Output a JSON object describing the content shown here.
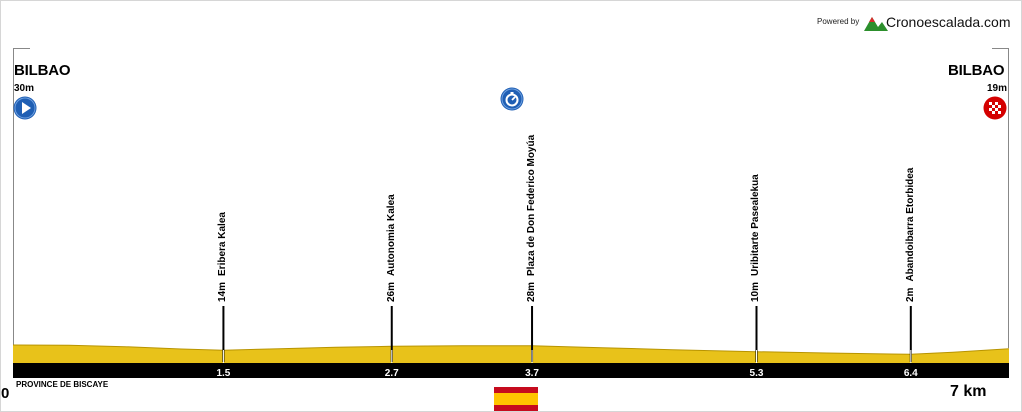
{
  "branding": {
    "powered_by": "Powered by",
    "name": "Cronoescalada.com",
    "colors": {
      "mountain_green": "#2c8f2c",
      "mountain_red": "#d62b2b"
    }
  },
  "start": {
    "name": "BILBAO",
    "altitude": "30m",
    "icon": "play-arrow-icon",
    "color": "#1f5fb4"
  },
  "finish": {
    "name": "BILBAO",
    "altitude": "19m",
    "icon": "checkered-flag-icon",
    "color": "#d40000"
  },
  "intermediate_icon": {
    "icon": "timer-clock-icon",
    "color": "#1f5fb4"
  },
  "waypoints": [
    {
      "altitude": "14m",
      "name": "Eribera Kalea",
      "km": "1.5",
      "km_value": 1.5
    },
    {
      "altitude": "26m",
      "name": "Autonomia Kalea",
      "km": "2.7",
      "km_value": 2.7
    },
    {
      "altitude": "28m",
      "name": "Plaza de Don Federico Moyúa",
      "km": "3.7",
      "km_value": 3.7
    },
    {
      "altitude": "10m",
      "name": "Uribitarte Pasealekua",
      "km": "5.3",
      "km_value": 5.3
    },
    {
      "altitude": "2m",
      "name": "Abandoibarra Etorbidea",
      "km": "6.4",
      "km_value": 6.4
    }
  ],
  "axis": {
    "start_label": "0",
    "end_label": "7 km",
    "total_km": 7.1
  },
  "region": "PROVINCE DE BISCAYE",
  "country_flag": {
    "icon": "spain-flag-icon",
    "colors": [
      "#c60b1e",
      "#ffc400",
      "#c60b1e"
    ]
  },
  "profile": {
    "fill_color": "#e8c21a",
    "band_color": "#000000",
    "elevation_points": [
      [
        0.0,
        30
      ],
      [
        0.4,
        29
      ],
      [
        0.8,
        25
      ],
      [
        1.2,
        18
      ],
      [
        1.5,
        14
      ],
      [
        1.9,
        19
      ],
      [
        2.3,
        23
      ],
      [
        2.7,
        26
      ],
      [
        3.2,
        28
      ],
      [
        3.7,
        28
      ],
      [
        4.2,
        22
      ],
      [
        4.7,
        16
      ],
      [
        5.3,
        10
      ],
      [
        5.8,
        6
      ],
      [
        6.4,
        2
      ],
      [
        6.7,
        8
      ],
      [
        7.1,
        19
      ]
    ]
  }
}
